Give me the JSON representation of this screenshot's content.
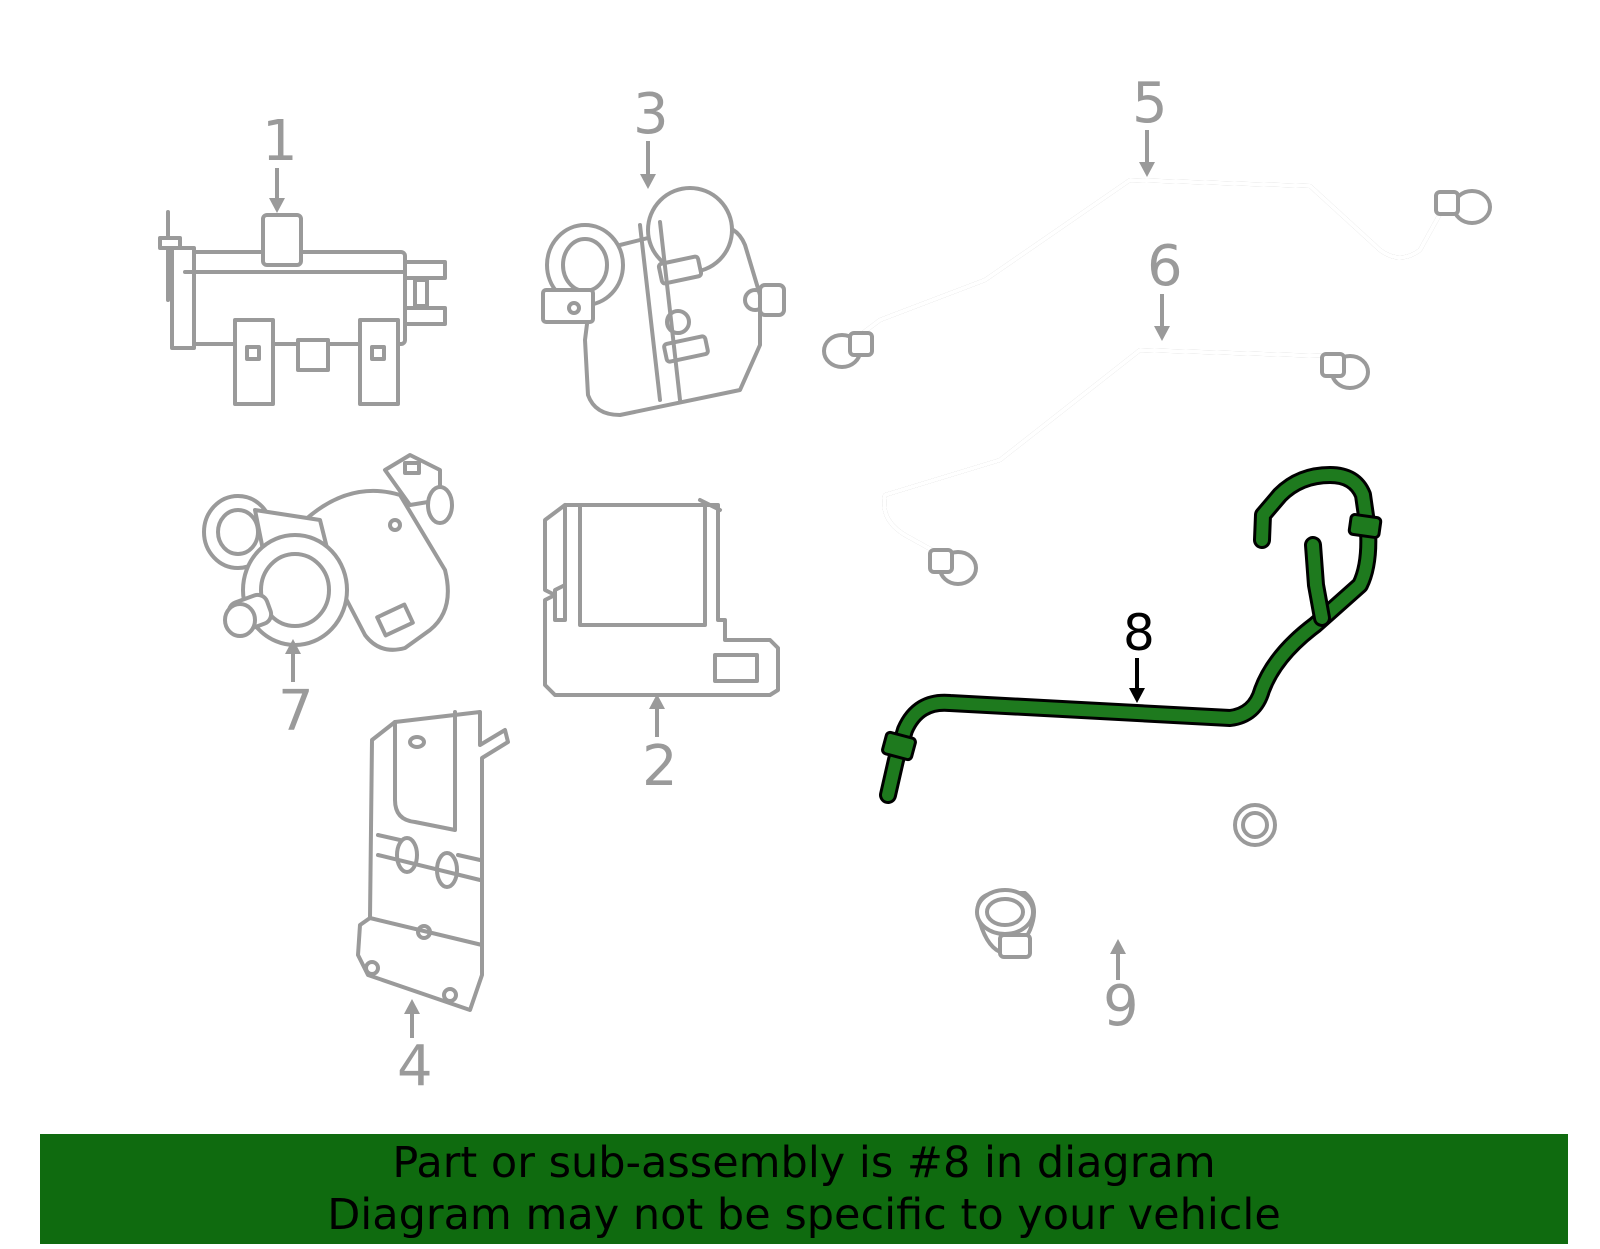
{
  "callouts": {
    "p1": "1",
    "p2": "2",
    "p3": "3",
    "p4": "4",
    "p5": "5",
    "p6": "6",
    "p7": "7",
    "p8": "8",
    "p9": "9"
  },
  "highlight": {
    "part": "8",
    "color": "#0f6b0f"
  },
  "colors": {
    "line_art": "#9a9a9a",
    "highlight_fill": "#1e7a1e",
    "banner_bg": "#0f6b0f"
  },
  "banner": {
    "line1": "Part or sub-assembly is #8 in diagram",
    "line2": "Diagram may not be specific to your vehicle"
  }
}
